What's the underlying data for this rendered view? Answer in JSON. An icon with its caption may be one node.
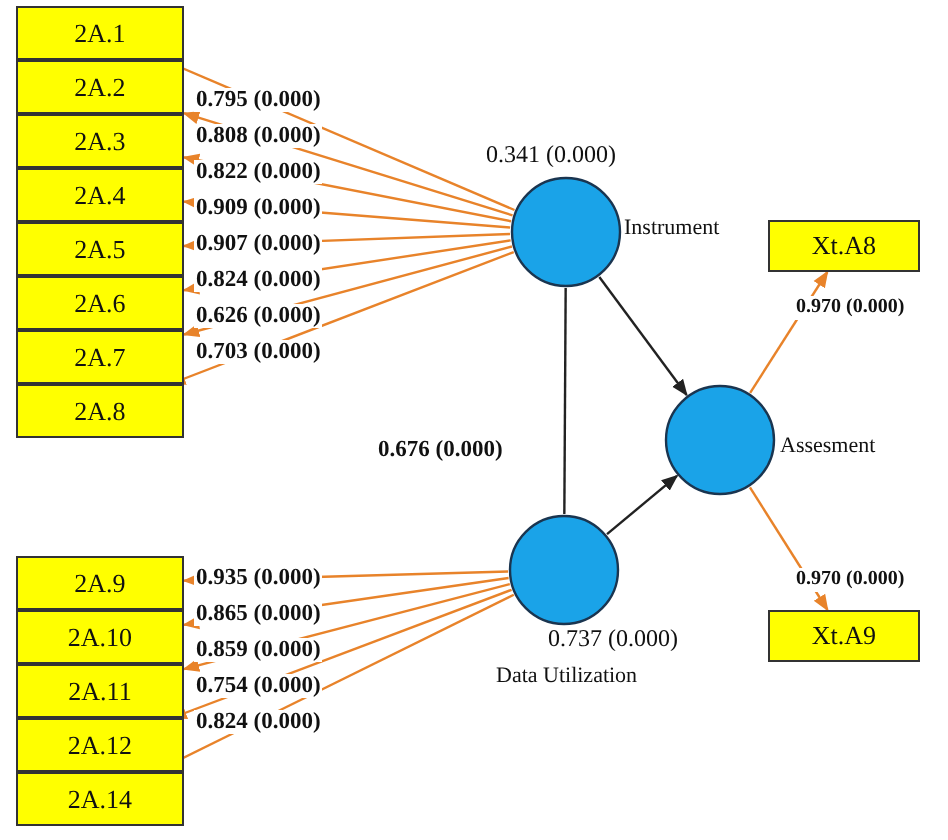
{
  "diagram": {
    "nodes": [
      {
        "text": [
          "2A.1"
        ]
      },
      {
        "text": [
          "2A.2"
        ]
      },
      {
        "text": [
          "2A.3"
        ]
      },
      {
        "text": [
          "2A.4"
        ]
      },
      {
        "text": [
          "2A.5"
        ]
      },
      {
        "text": [
          "2A.6"
        ]
      },
      {
        "text": [
          "2A.7"
        ]
      },
      {
        "text": [
          "2A.8"
        ]
      },
      {
        "text": [
          "Instrument"
        ],
        "beside": [
          "0.341 (0.000)"
        ]
      },
      {
        "text": [
          "Xt.A8"
        ]
      },
      {
        "text": [
          "Assesment"
        ]
      },
      {
        "text": [
          "2A.9"
        ]
      },
      {
        "text": [
          "2A.10"
        ]
      },
      {
        "text": [
          "2A.11"
        ]
      },
      {
        "text": [
          "2A.12"
        ]
      },
      {
        "text": [
          "2A.14"
        ]
      },
      {
        "text": [
          "Data Utilization"
        ],
        "beside": [
          "0.737 (0.000)"
        ]
      },
      {
        "text": [
          "Xt.A9"
        ]
      }
    ],
    "edges": [
      {
        "from": 8,
        "to": 0,
        "arrow": "to",
        "label": "0.795 (0.000)"
      },
      {
        "from": 8,
        "to": 1,
        "arrow": "to",
        "label": "0.808 (0.000)"
      },
      {
        "from": 8,
        "to": 2,
        "arrow": "to",
        "label": "0.822 (0.000)"
      },
      {
        "from": 8,
        "to": 3,
        "arrow": "to",
        "label": "0.909 (0.000)"
      },
      {
        "from": 8,
        "to": 4,
        "arrow": "to",
        "label": "0.907 (0.000)"
      },
      {
        "from": 8,
        "to": 5,
        "arrow": "to",
        "label": "0.824 (0.000)"
      },
      {
        "from": 8,
        "to": 6,
        "arrow": "to",
        "label": "0.626 (0.000)"
      },
      {
        "from": 8,
        "to": 7,
        "arrow": "to",
        "label": "0.703 (0.000)"
      },
      {
        "from": 16,
        "to": 11,
        "arrow": "to",
        "label": "0.935 (0.000)"
      },
      {
        "from": 16,
        "to": 12,
        "arrow": "to",
        "label": "0.865 (0.000)"
      },
      {
        "from": 16,
        "to": 13,
        "arrow": "to",
        "label": "0.859 (0.000)"
      },
      {
        "from": 16,
        "to": 14,
        "arrow": "to",
        "label": "0.754 (0.000)"
      },
      {
        "from": 16,
        "to": 15,
        "arrow": "to",
        "label": "0.824 (0.000)"
      },
      {
        "from": 10,
        "to": 9,
        "arrow": "to",
        "label": "0.970 (0.000)"
      },
      {
        "from": 10,
        "to": 17,
        "arrow": "to",
        "label": "0.970 (0.000)"
      },
      {
        "from": 8,
        "to": 10,
        "arrow": "to",
        "color": "#222222"
      },
      {
        "from": 16,
        "to": 10,
        "arrow": "to",
        "color": "#222222"
      },
      {
        "from": 8,
        "to": 16,
        "arrow": "none",
        "label": "0.676 (0.000)",
        "color": "#222222"
      }
    ]
  }
}
